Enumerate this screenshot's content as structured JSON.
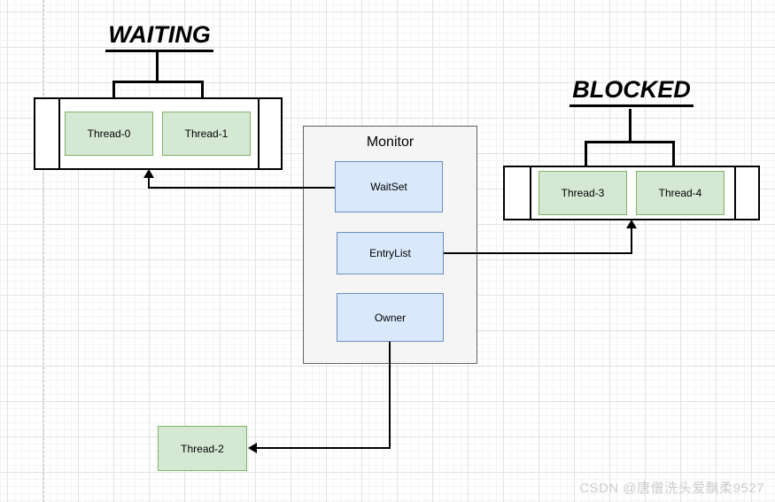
{
  "diagram": {
    "waiting": {
      "title": "WAITING",
      "threads": [
        {
          "label": "Thread-0"
        },
        {
          "label": "Thread-1"
        }
      ]
    },
    "blocked": {
      "title": "BLOCKED",
      "threads": [
        {
          "label": "Thread-3"
        },
        {
          "label": "Thread-4"
        }
      ]
    },
    "monitor": {
      "title": "Monitor",
      "slots": [
        {
          "label": "WaitSet"
        },
        {
          "label": "EntryList"
        },
        {
          "label": "Owner"
        }
      ]
    },
    "owner_thread": {
      "label": "Thread-2"
    }
  },
  "watermark": {
    "text": "CSDN @唐僧洗头爱飘柔9527"
  },
  "colors": {
    "thread_fill": "#d5e8d4",
    "thread_border": "#82b366",
    "slot_fill": "#dae8fc",
    "slot_border": "#6c8ebf",
    "monitor_fill": "#f5f5f5",
    "monitor_border": "#666666",
    "line": "#000000",
    "grid_major": "#e2e2e2",
    "grid_minor": "#f4f4f4"
  }
}
